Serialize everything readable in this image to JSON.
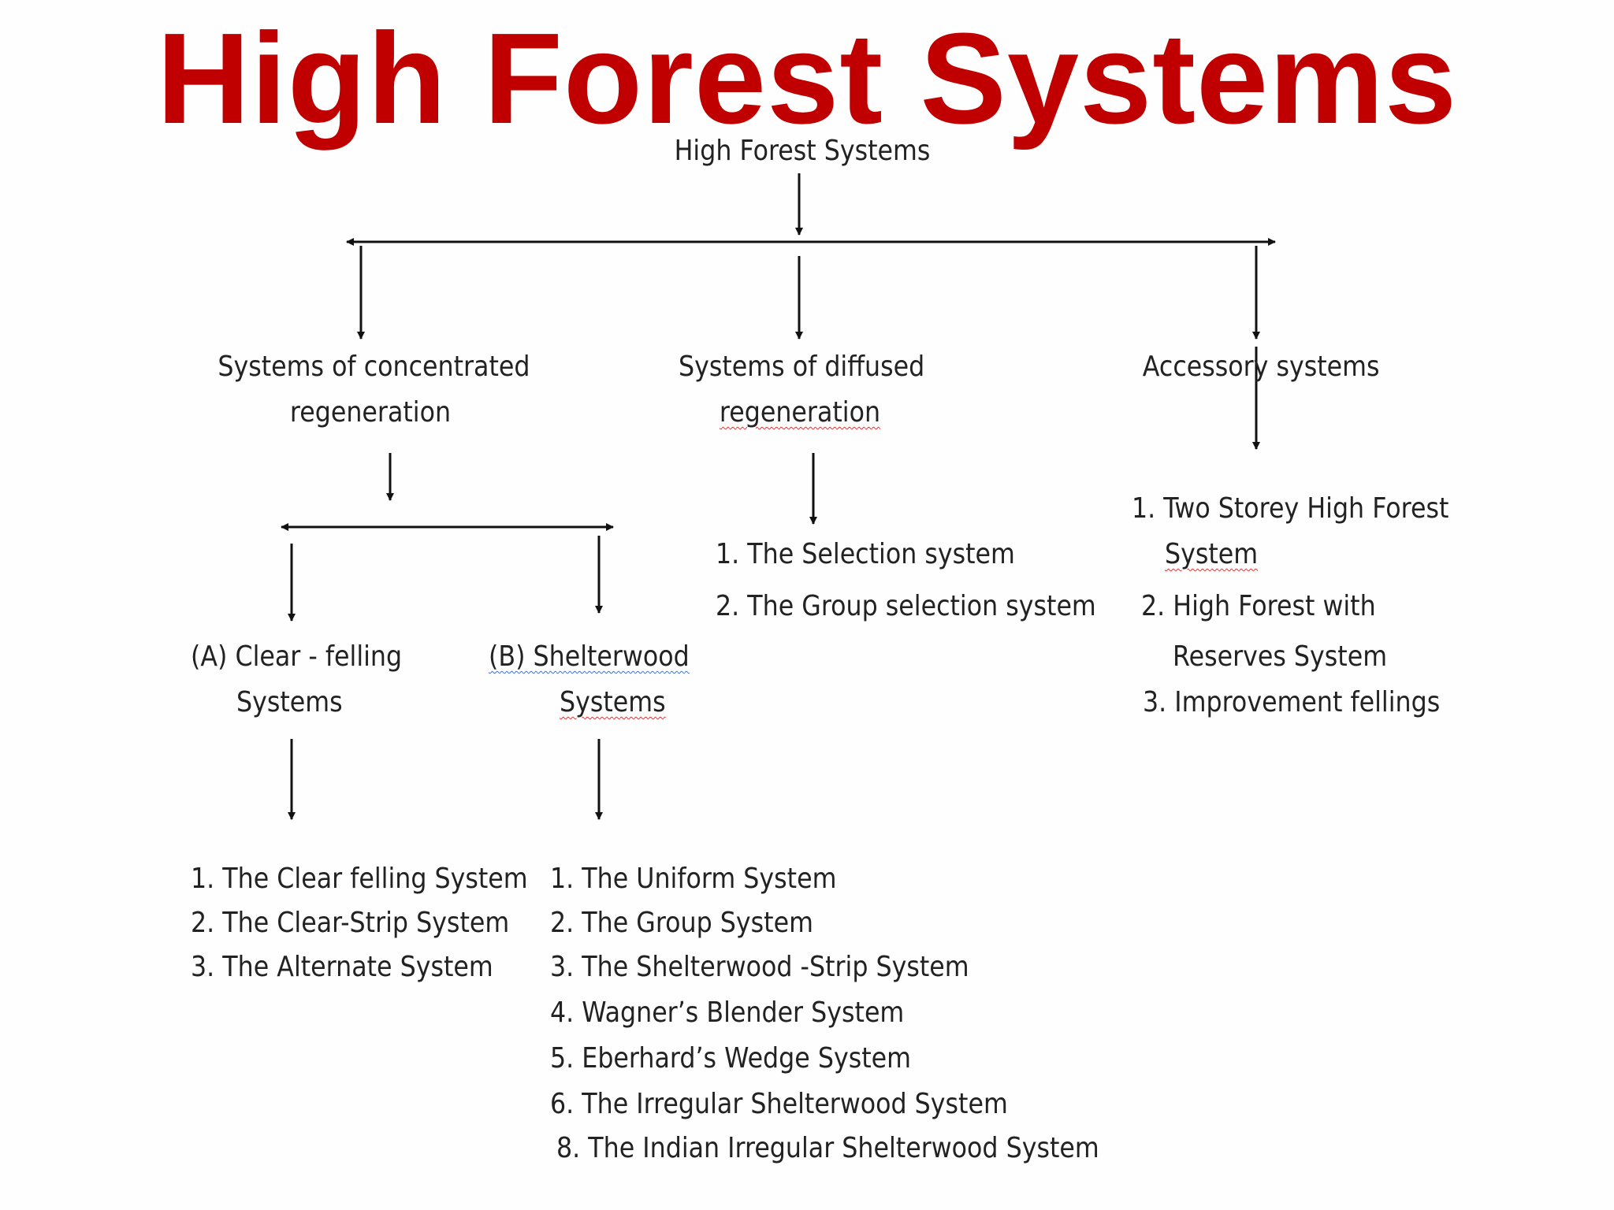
{
  "title": "High Forest Systems",
  "diagram": {
    "root": "High Forest Systems",
    "branches": {
      "concentrated": {
        "line1": "Systems of concentrated",
        "line2": "regeneration",
        "clear_felling": {
          "line1": "(A) Clear - felling",
          "line2": "Systems",
          "items": [
            "1. The Clear felling System",
            "2. The Clear-Strip System",
            "3. The Alternate System"
          ]
        },
        "shelterwood": {
          "line1": "(B) Shelterwood",
          "line2": "Systems",
          "items": [
            "1. The Uniform System",
            "2. The Group System",
            "3. The Shelterwood -Strip System",
            "4. Wagner’s Blender System",
            "5. Eberhard’s Wedge System",
            "6. The Irregular Shelterwood System",
            "8. The Indian Irregular Shelterwood System"
          ]
        }
      },
      "diffused": {
        "line1": "Systems of diffused",
        "line2": "regeneration",
        "items": [
          "1. The Selection system",
          "2. The Group selection system"
        ]
      },
      "accessory": {
        "label": "Accessory systems",
        "items": [
          "1. Two Storey High Forest",
          "System",
          "2. High Forest with",
          "Reserves System",
          "3. Improvement fellings"
        ]
      }
    }
  },
  "colors": {
    "title": "#c00000",
    "text": "#222222",
    "arrow": "#111111",
    "spell_underline": "#e03030"
  }
}
